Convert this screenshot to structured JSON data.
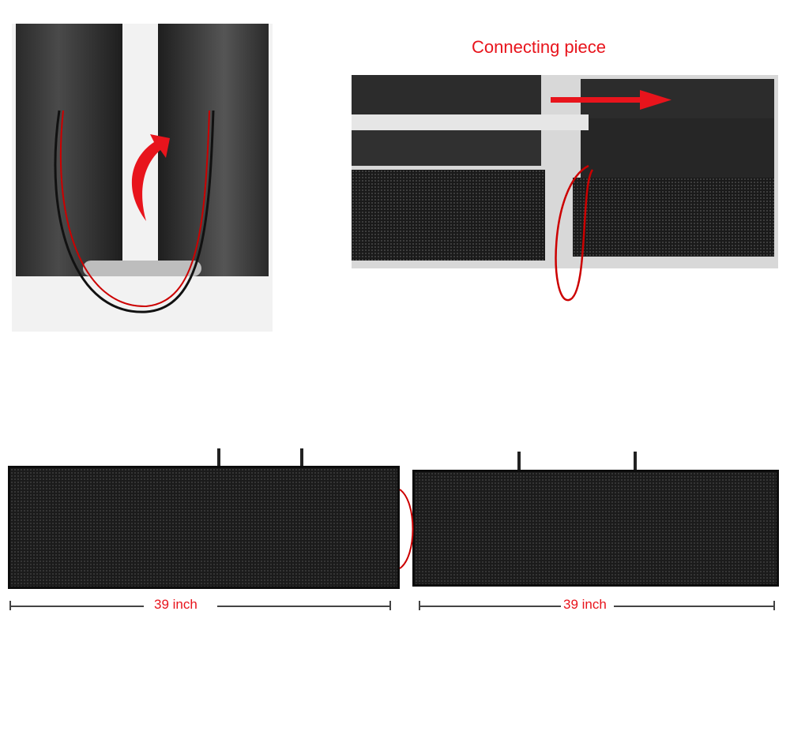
{
  "annotations": {
    "connecting_label": "Connecting piece",
    "left_width_label": "39 inch",
    "right_width_label": "39 inch"
  },
  "colors": {
    "accent_red": "#e8141c",
    "panel_black": "#1b1b1b"
  }
}
